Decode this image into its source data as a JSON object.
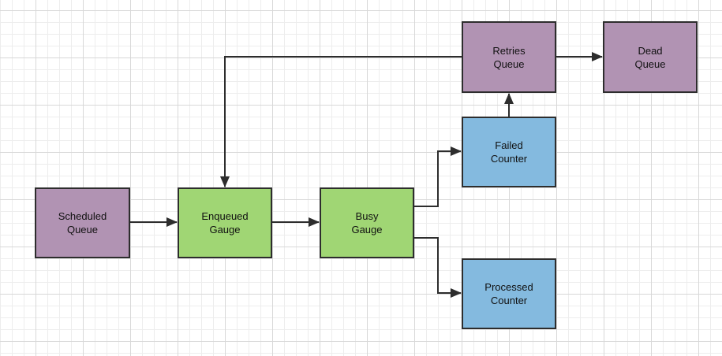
{
  "canvas": {
    "background": "#ffffff",
    "grid_minor_color": "#ededed",
    "grid_major_color": "#d8d8d8"
  },
  "colors": {
    "queue_purple": "#b193b3",
    "gauge_green": "#a0d674",
    "counter_blue": "#84badf",
    "stroke": "#2d2d2d",
    "text": "#111111"
  },
  "diagram": {
    "nodes": [
      {
        "id": "scheduled-queue",
        "type": "queue",
        "label": [
          "Scheduled",
          "Queue"
        ],
        "fill": "#b193b3"
      },
      {
        "id": "enqueued-gauge",
        "type": "gauge",
        "label": [
          "Enqueued",
          "Gauge"
        ],
        "fill": "#a0d674"
      },
      {
        "id": "busy-gauge",
        "type": "gauge",
        "label": [
          "Busy",
          "Gauge"
        ],
        "fill": "#a0d674"
      },
      {
        "id": "failed-counter",
        "type": "counter",
        "label": [
          "Failed",
          "Counter"
        ],
        "fill": "#84badf"
      },
      {
        "id": "processed-counter",
        "type": "counter",
        "label": [
          "Processed",
          "Counter"
        ],
        "fill": "#84badf"
      },
      {
        "id": "retries-queue",
        "type": "queue",
        "label": [
          "Retries",
          "Queue"
        ],
        "fill": "#b193b3"
      },
      {
        "id": "dead-queue",
        "type": "queue",
        "label": [
          "Dead",
          "Queue"
        ],
        "fill": "#b193b3"
      }
    ],
    "edges": [
      {
        "from": "scheduled-queue",
        "to": "enqueued-gauge"
      },
      {
        "from": "enqueued-gauge",
        "to": "busy-gauge"
      },
      {
        "from": "busy-gauge",
        "to": "failed-counter"
      },
      {
        "from": "busy-gauge",
        "to": "processed-counter"
      },
      {
        "from": "failed-counter",
        "to": "retries-queue"
      },
      {
        "from": "retries-queue",
        "to": "dead-queue"
      },
      {
        "from": "retries-queue",
        "to": "enqueued-gauge"
      }
    ]
  }
}
